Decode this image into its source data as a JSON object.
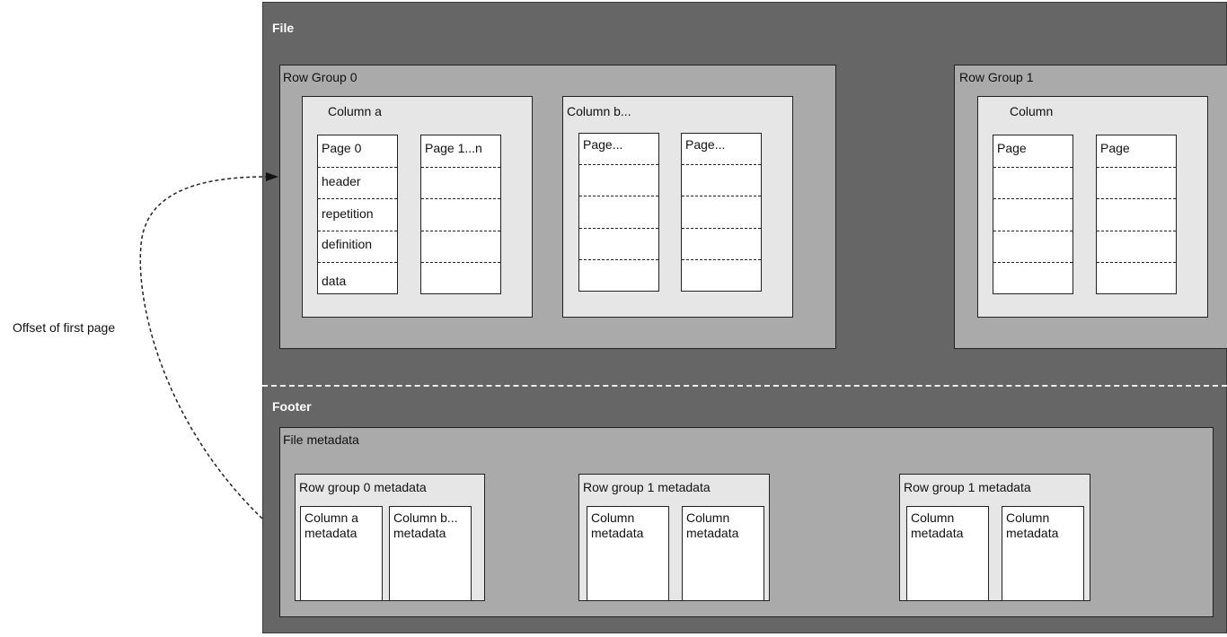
{
  "file": {
    "label": "File"
  },
  "footer": {
    "label": "Footer"
  },
  "row_group_0": {
    "label": "Row Group 0",
    "column_a": {
      "label": "Column a",
      "page0": {
        "title": "Page 0",
        "rows": [
          "header",
          "repetition",
          "definition",
          "data"
        ]
      },
      "page1": {
        "title": "Page 1...n"
      }
    },
    "column_b": {
      "label": "Column b...",
      "page_a": {
        "title": "Page..."
      },
      "page_b": {
        "title": "Page..."
      }
    }
  },
  "row_group_1": {
    "label": "Row Group 1",
    "column": {
      "label": "Column",
      "page_a": {
        "title": "Page"
      },
      "page_b": {
        "title": "Page"
      }
    }
  },
  "file_metadata": {
    "label": "File metadata",
    "groups": [
      {
        "label": "Row group 0 metadata",
        "columns": [
          "Column a\nmetadata",
          "Column b...\nmetadata"
        ]
      },
      {
        "label": "Row group 1 metadata",
        "columns": [
          "Column\nmetadata",
          "Column\nmetadata"
        ]
      },
      {
        "label": "Row group 1 metadata",
        "columns": [
          "Column\nmetadata",
          "Column\nmetadata"
        ]
      }
    ]
  },
  "offset_label": "Offset of first page"
}
